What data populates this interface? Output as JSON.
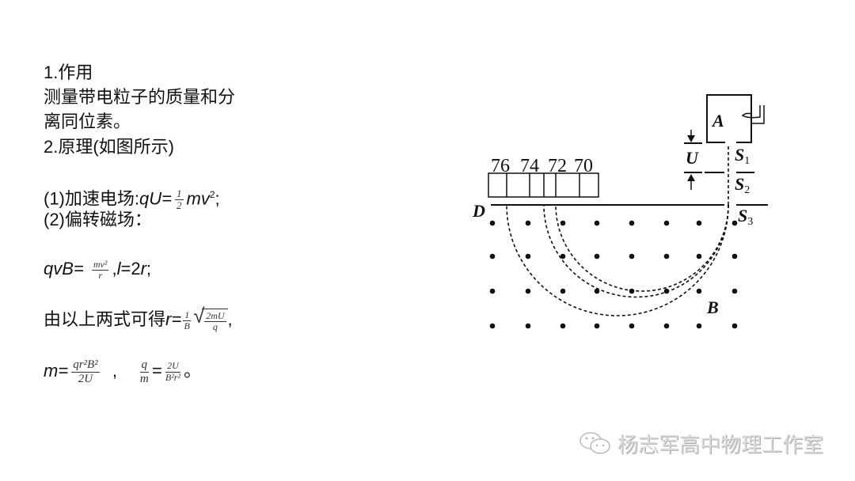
{
  "text": {
    "h1": "1.作用",
    "purpose_1": "测量带电粒子的质量和分",
    "purpose_2": "离同位素。",
    "h2": "2.原理(如图所示)",
    "step1_label": "(1)加速电场:",
    "step1_formula_lhs": "qU=",
    "step1_num": "1",
    "step1_den": "2",
    "step1_rhs": "mv",
    "step1_sup": "2",
    "step1_end": ";",
    "step2_label": "(2)偏转磁场：",
    "eq3_lhs": "qvB=",
    "eq3_num": "mv²",
    "eq3_den": "r",
    "eq3_tail_pre": ",",
    "eq3_tail_l": "l",
    "eq3_tail_rest": "=2",
    "eq3_tail_r": "r",
    "eq3_end": ";",
    "eq4_pre": "由以上两式可得",
    "eq4_r": "r=",
    "eq4_num": "1",
    "eq4_den": "B",
    "eq4_sqrt_num": "2mU",
    "eq4_sqrt_den": "q",
    "eq4_end": ",",
    "eq5_lhs": "m=",
    "eq5_num": "qr²B²",
    "eq5_den": "2U",
    "eq5_sep": ",",
    "eq5_q": "q",
    "eq5_m": "m",
    "eq5_eq": "=",
    "eq5_num2": "2U",
    "eq5_den2": "B²r²",
    "eq5_end": "。"
  },
  "diagram": {
    "chamber_label": "A",
    "voltage_label": "U",
    "slit1": "S",
    "slit2": "S",
    "slit3": "S",
    "slit1_sub": "1",
    "slit2_sub": "2",
    "slit3_sub": "3",
    "plate_label": "D",
    "field_label": "B",
    "mass_labels": [
      "76",
      "74",
      "72",
      "70"
    ]
  },
  "watermark": {
    "icon": "wechat-icon",
    "text": "杨志军高中物理工作室"
  }
}
